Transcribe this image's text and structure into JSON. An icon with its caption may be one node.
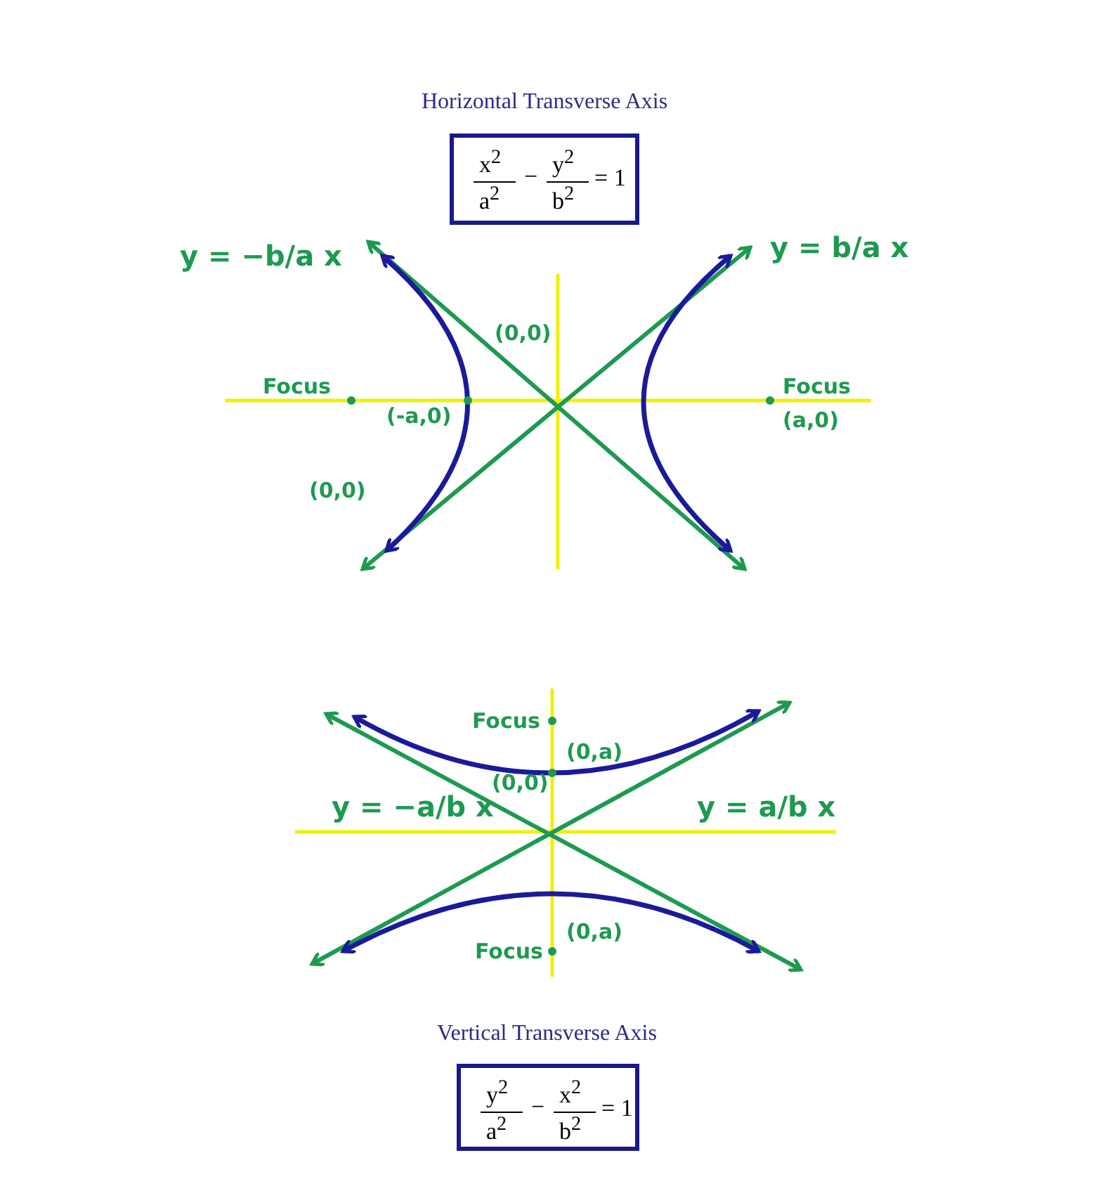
{
  "diagram": {
    "nodes": [
      {
        "text": [
          "x$^{2}$",
          "a$^{2}$",
          "−",
          "y$^{2}$",
          "b$^{2}$",
          "= 1"
        ]
      },
      {
        "text": [
          "y$^{2}$",
          "a$^{2}$",
          "−",
          "x$^{2}$",
          "b$^{2}$",
          "= 1"
        ]
      }
    ],
    "labels": [
      "Horizontal Transverse Axis",
      "y = −b/a x",
      "y = b/a x",
      "(0,0)",
      "Focus",
      "(-a,0)",
      "Focus",
      "(a,0)",
      "(0,0)",
      "Focus",
      "(0,a)",
      "y = −a/b x",
      "(0,0)",
      "y = a/b x",
      "(0,a)",
      "Focus",
      "Vertical Transverse Axis"
    ]
  }
}
